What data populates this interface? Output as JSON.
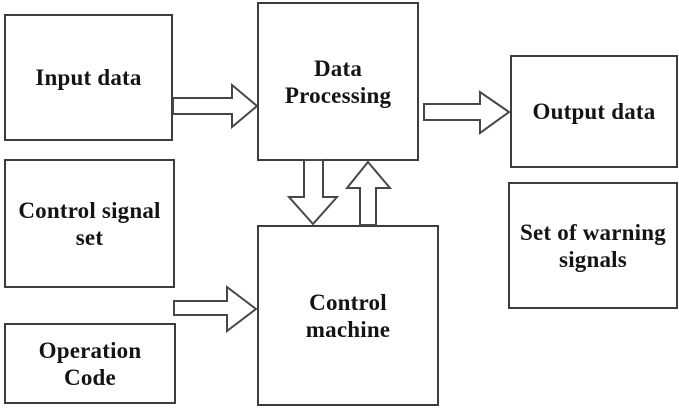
{
  "diagram": {
    "type": "block-flow-diagram",
    "background": "#ffffff",
    "border_color": "#3d3d3d",
    "text_color": "#141414",
    "arrow_fill": "#ffffff",
    "nodes": {
      "input_data": {
        "label": "Input data"
      },
      "control_signal_set": {
        "label": "Control signal\nset"
      },
      "operation_code": {
        "label": "Operation\nCode"
      },
      "data_processing": {
        "label": "Data\nProcessing"
      },
      "control_machine": {
        "label": "Control\nmachine"
      },
      "output_data": {
        "label": "Output data"
      },
      "warning_signals": {
        "label": "Set of warning\nsignals"
      }
    },
    "edges": [
      {
        "from": "input_data",
        "to": "data_processing",
        "direction": "right"
      },
      {
        "from": "data_processing",
        "to": "output_data",
        "direction": "right"
      },
      {
        "from": "control_signal_set / operation_code",
        "to": "control_machine",
        "direction": "right"
      },
      {
        "from": "data_processing",
        "to": "control_machine",
        "direction": "down"
      },
      {
        "from": "control_machine",
        "to": "data_processing",
        "direction": "up"
      }
    ]
  }
}
